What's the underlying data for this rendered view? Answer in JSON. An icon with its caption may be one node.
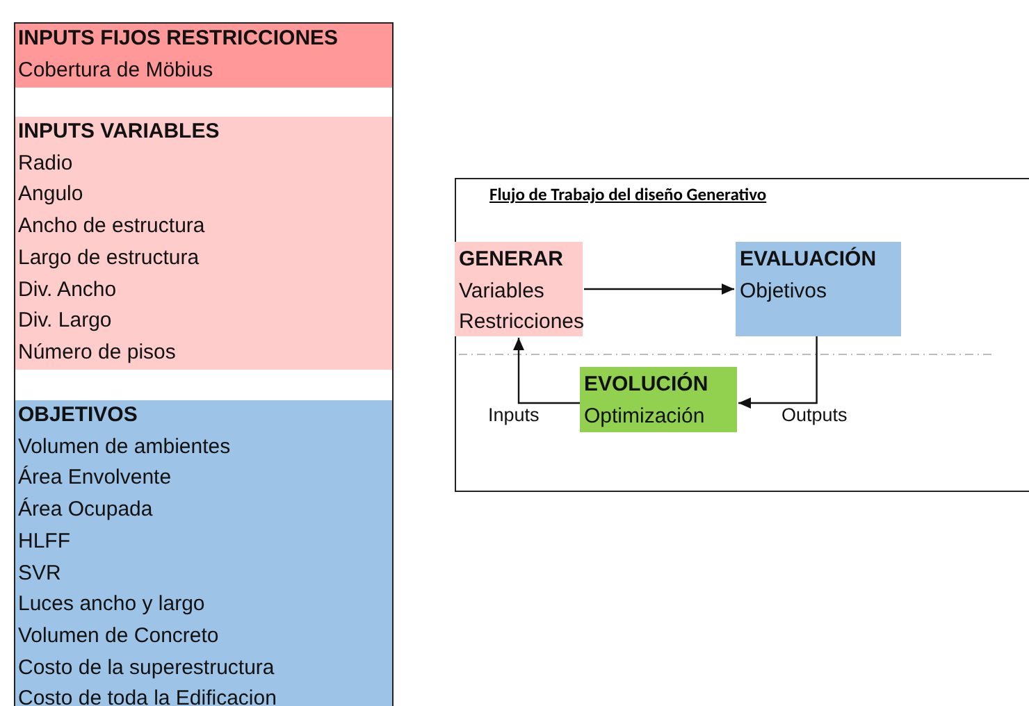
{
  "diagram": {
    "nodes": [
      {
        "text": [
          "INPUTS FIJOS RESTRICCIONES",
          "Cobertura de Möbius"
        ]
      },
      {
        "text": [
          "INPUTS VARIABLES",
          "Radio",
          "Angulo",
          "Ancho de estructura",
          "Largo de estructura",
          "Div. Ancho",
          "Div. Largo",
          "Número de pisos"
        ]
      },
      {
        "text": [
          "OBJETIVOS",
          "Volumen de ambientes",
          "Área Envolvente",
          "Área Ocupada",
          "HLFF",
          "SVR",
          "Luces ancho y largo",
          "Volumen de Concreto",
          "Costo de la superestructura",
          "Costo de toda la Edificacion"
        ]
      },
      {
        "text": [
          "Flujo de Trabajo del diseño Generativo"
        ]
      },
      {
        "text": [
          "GENERAR",
          "Variables",
          "Restricciones"
        ],
        "in": 3
      },
      {
        "text": [
          "EVALUACIÓN",
          "Objetivos"
        ],
        "in": 3
      },
      {
        "text": [
          "EVOLUCIÓN",
          "Optimización"
        ],
        "in": 3
      }
    ],
    "edges": [
      {
        "from": 4,
        "to": 5,
        "arrow": "to"
      },
      {
        "from": 5,
        "to": 6,
        "arrow": "to",
        "label": "Outputs"
      },
      {
        "from": 6,
        "to": 4,
        "arrow": "to",
        "label": "Inputs"
      }
    ]
  }
}
